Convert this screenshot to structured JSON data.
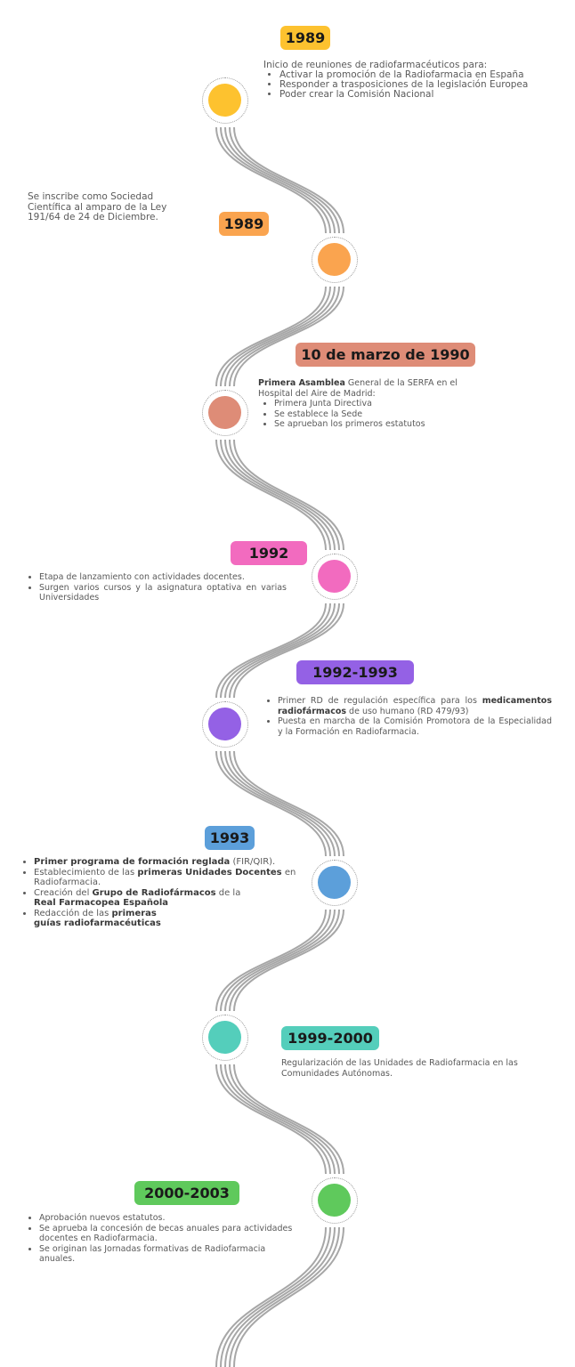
{
  "colors": {
    "yellow": "#FDC22F",
    "orange": "#FAA44F",
    "salmon": "#DE8C77",
    "pink": "#F26BBF",
    "purple": "#9461E5",
    "blue": "#5C9FDA",
    "teal": "#54CEBB",
    "green": "#5FC95C",
    "road": "#a7a7a7"
  },
  "events": [
    {
      "year": "1989",
      "intro": "Inicio de reuniones de radiofarmacéuticos para:",
      "items": [
        "Activar la promoción de la Radiofarmacia en España",
        "Responder a trasposiciones de la legislación Europea",
        "Poder crear la Comisión Nacional"
      ]
    },
    {
      "year": "1989",
      "text": "Se inscribe como Sociedad Científica al amparo de la Ley 191/64 de 24 de Diciembre."
    },
    {
      "year": "10 de marzo de 1990",
      "intro_bold": "Primera Asamblea",
      "intro_rest": " General de la SERFA en el Hospital del Aire de Madrid:",
      "items": [
        "Primera Junta Directiva",
        "Se establece la Sede",
        "Se aprueban los primeros estatutos"
      ]
    },
    {
      "year": "1992",
      "items": [
        "Etapa de lanzamiento con actividades docentes.",
        "Surgen varios cursos y la asignatura optativa en varias Universidades"
      ]
    },
    {
      "year": "1992-1993",
      "item1_a": "Primer RD de regulación específica para los ",
      "item1_b": "medicamentos radiofármacos",
      "item1_c": " de uso humano (RD 479/93)",
      "item2": "Puesta en marcha de la Comisión Promotora de la Especialidad y la Formación en Radiofarmacia."
    },
    {
      "year": "1993",
      "i1_b": "Primer programa de formación reglada",
      "i1_r": " (FIR/QIR).",
      "i2_a": "Establecimiento de las ",
      "i2_b": "primeras Unidades Docentes",
      "i2_c": " en Radiofarmacia.",
      "i3_a": "Creación del ",
      "i3_b": "Grupo de Radiofármacos",
      "i3_c": " de la ",
      "i3_d": "Real Farmacopea Española",
      "i4_a": "Redacción de las ",
      "i4_b": "primeras guías radiofarmacéuticas"
    },
    {
      "year": "1999-2000",
      "text": "Regularización de las Unidades de Radiofarmacia en las Comunidades Autónomas."
    },
    {
      "year": "2000-2003",
      "items": [
        "Aprobación nuevos estatutos.",
        "Se aprueba la concesión de becas anuales para actividades docentes en Radiofarmacia.",
        "Se originan las Jornadas formativas de Radiofarmacia anuales."
      ]
    }
  ]
}
